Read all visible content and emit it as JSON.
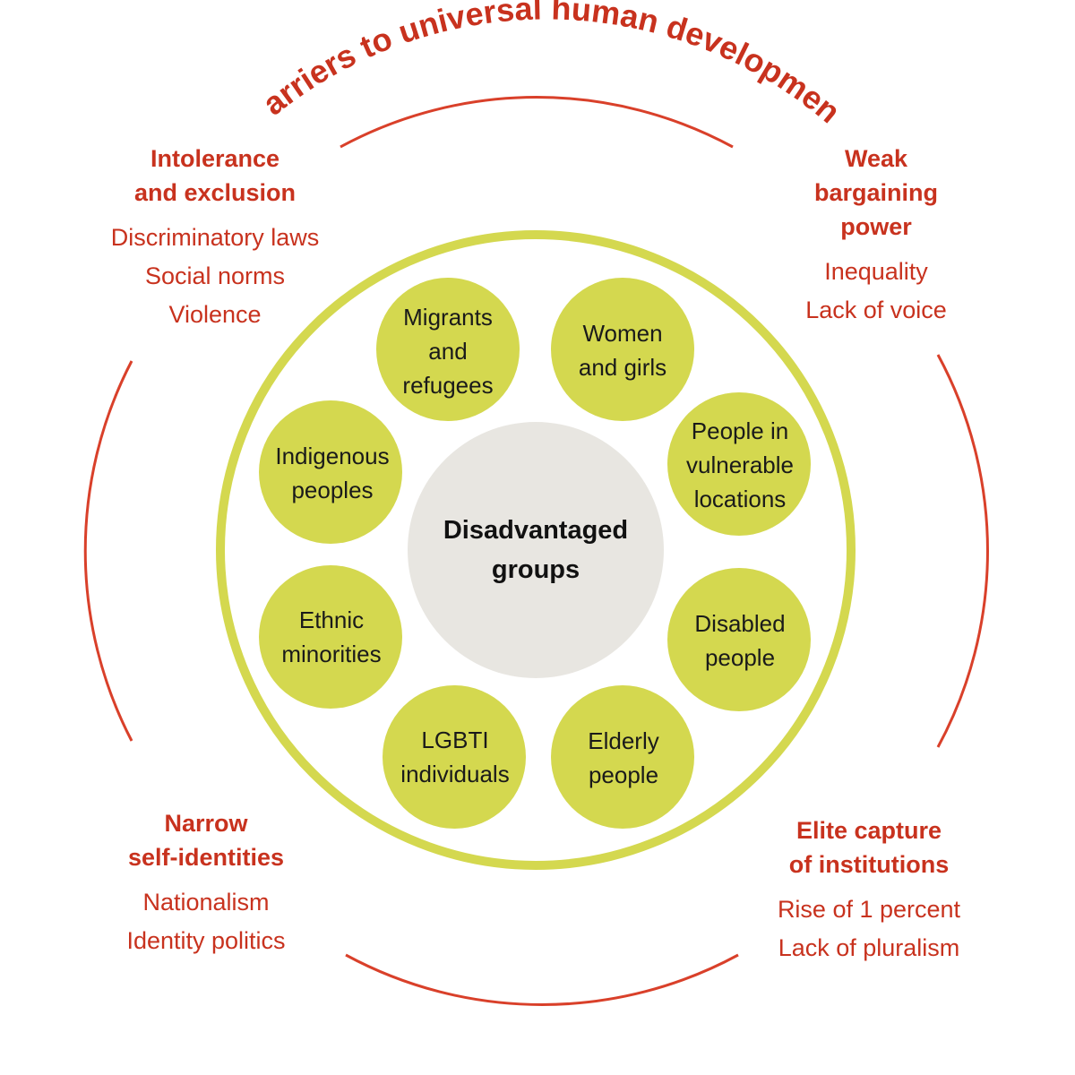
{
  "title": "Barriers to universal human development",
  "colors": {
    "accent": "#c8321e",
    "arc": "#d9402a",
    "group_fill": "#d4d84f",
    "ring": "#d4d84f",
    "center_fill": "#e8e6e1",
    "text_dark": "#111111"
  },
  "corners": {
    "top_left": {
      "heading": [
        "Intolerance",
        "and exclusion"
      ],
      "items": [
        "Discriminatory laws",
        "Social norms",
        "Violence"
      ]
    },
    "top_right": {
      "heading": [
        "Weak",
        "bargaining",
        "power"
      ],
      "items": [
        "Inequality",
        "Lack of voice"
      ]
    },
    "bottom_left": {
      "heading": [
        "Narrow",
        "self-identities"
      ],
      "items": [
        "Nationalism",
        "Identity politics"
      ]
    },
    "bottom_right": {
      "heading": [
        "Elite capture",
        "of institutions"
      ],
      "items": [
        "Rise of 1 percent",
        "Lack of pluralism"
      ]
    }
  },
  "center": [
    "Disadvantaged",
    "groups"
  ],
  "groups": [
    [
      "Migrants",
      "and",
      "refugees"
    ],
    [
      "Women",
      "and girls"
    ],
    [
      "People in",
      "vulnerable",
      "locations"
    ],
    [
      "Disabled",
      "people"
    ],
    [
      "Elderly",
      "people"
    ],
    [
      "LGBTI",
      "individuals"
    ],
    [
      "Ethnic",
      "minorities"
    ],
    [
      "Indigenous",
      "peoples"
    ]
  ]
}
